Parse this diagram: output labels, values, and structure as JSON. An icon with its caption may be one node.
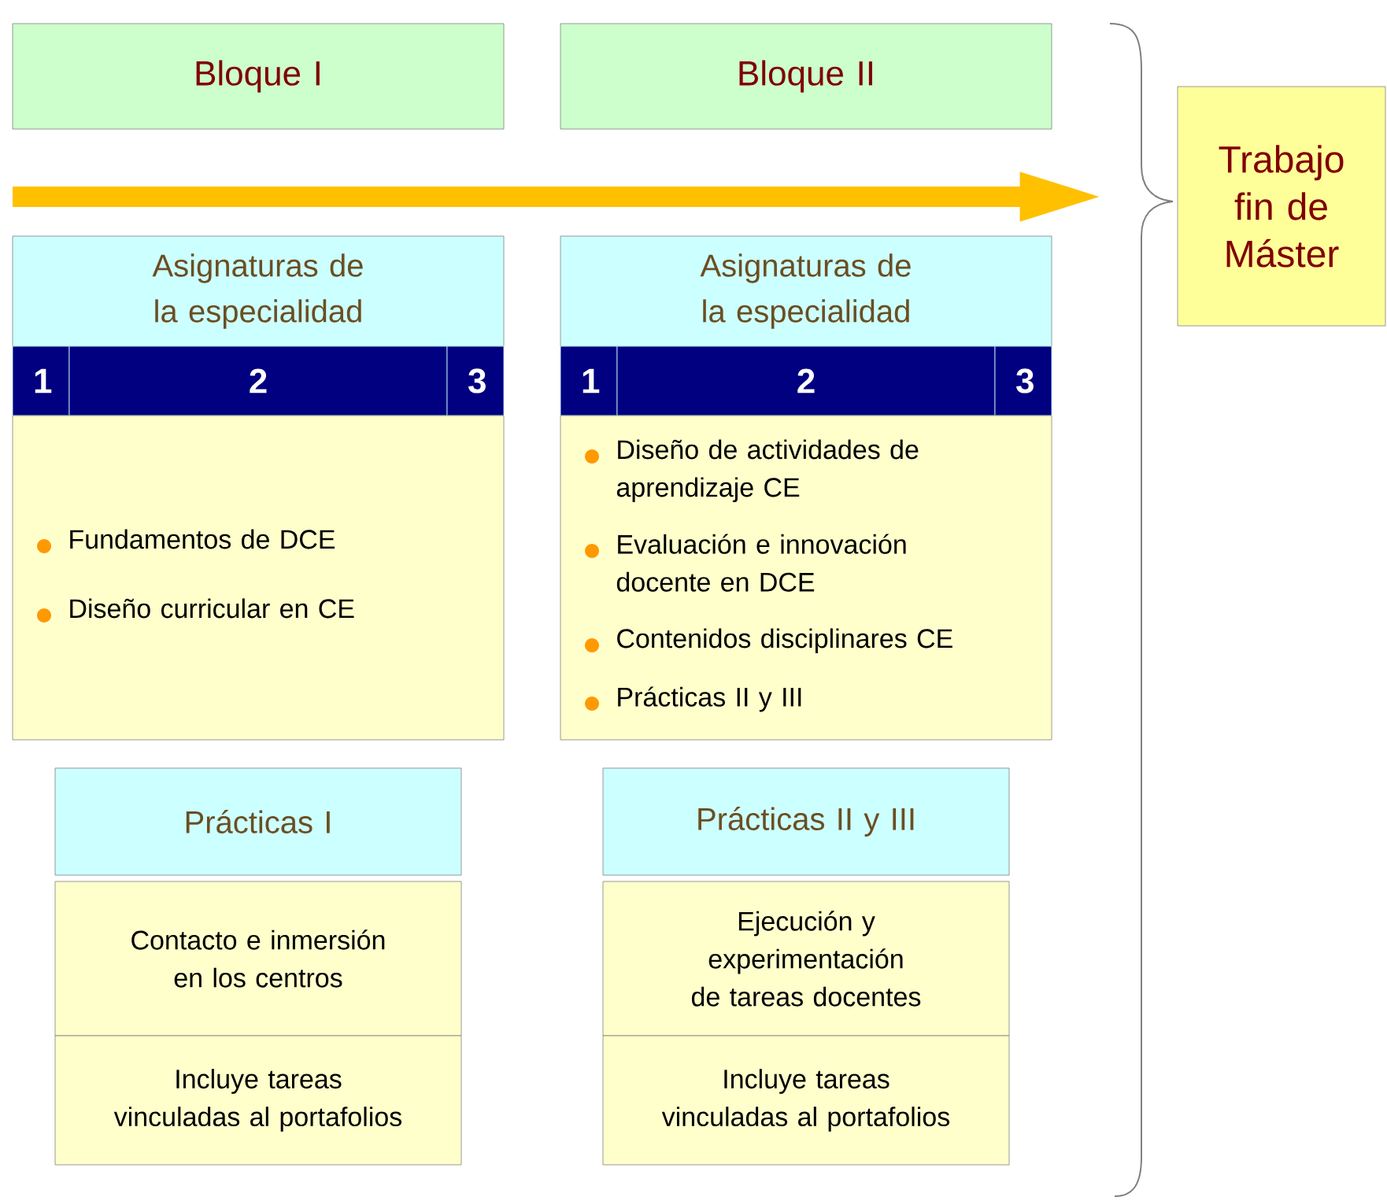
{
  "diagram": {
    "nodes": [
      {
        "text": [
          "Bloque I"
        ]
      },
      {
        "text": [
          "Bloque II"
        ]
      },
      {
        "text": [
          "Trabajo fin de Máster"
        ]
      },
      {
        "text": [
          "Asignaturas de la especialidad"
        ]
      },
      {
        "text": [
          "1"
        ]
      },
      {
        "text": [
          "2"
        ]
      },
      {
        "text": [
          "3"
        ]
      },
      {
        "text": [
          "Fundamentos de DCE",
          "Diseño curricular en CE"
        ]
      },
      {
        "text": [
          "Asignaturas de la especialidad"
        ]
      },
      {
        "text": [
          "1"
        ]
      },
      {
        "text": [
          "2"
        ]
      },
      {
        "text": [
          "3"
        ]
      },
      {
        "text": [
          "Diseño de actividades de aprendizaje CE",
          "Evaluación e innovación docente en DCE",
          "Contenidos disciplinares CE",
          "Prácticas II y III"
        ]
      },
      {
        "text": [
          "Prácticas I"
        ]
      },
      {
        "text": [
          "Contacto e inmersión en los centros"
        ]
      },
      {
        "text": [
          "Incluye tareas vinculadas al portafolios"
        ]
      },
      {
        "text": [
          "Prácticas II y III"
        ]
      },
      {
        "text": [
          "Ejecución y experimentación de tareas docentes"
        ]
      },
      {
        "text": [
          "Incluye tareas vinculadas al portafolios"
        ]
      }
    ],
    "edges": [
      {
        "from": null,
        "to": 2,
        "arrow": "to",
        "color": "#ffc000"
      }
    ]
  }
}
